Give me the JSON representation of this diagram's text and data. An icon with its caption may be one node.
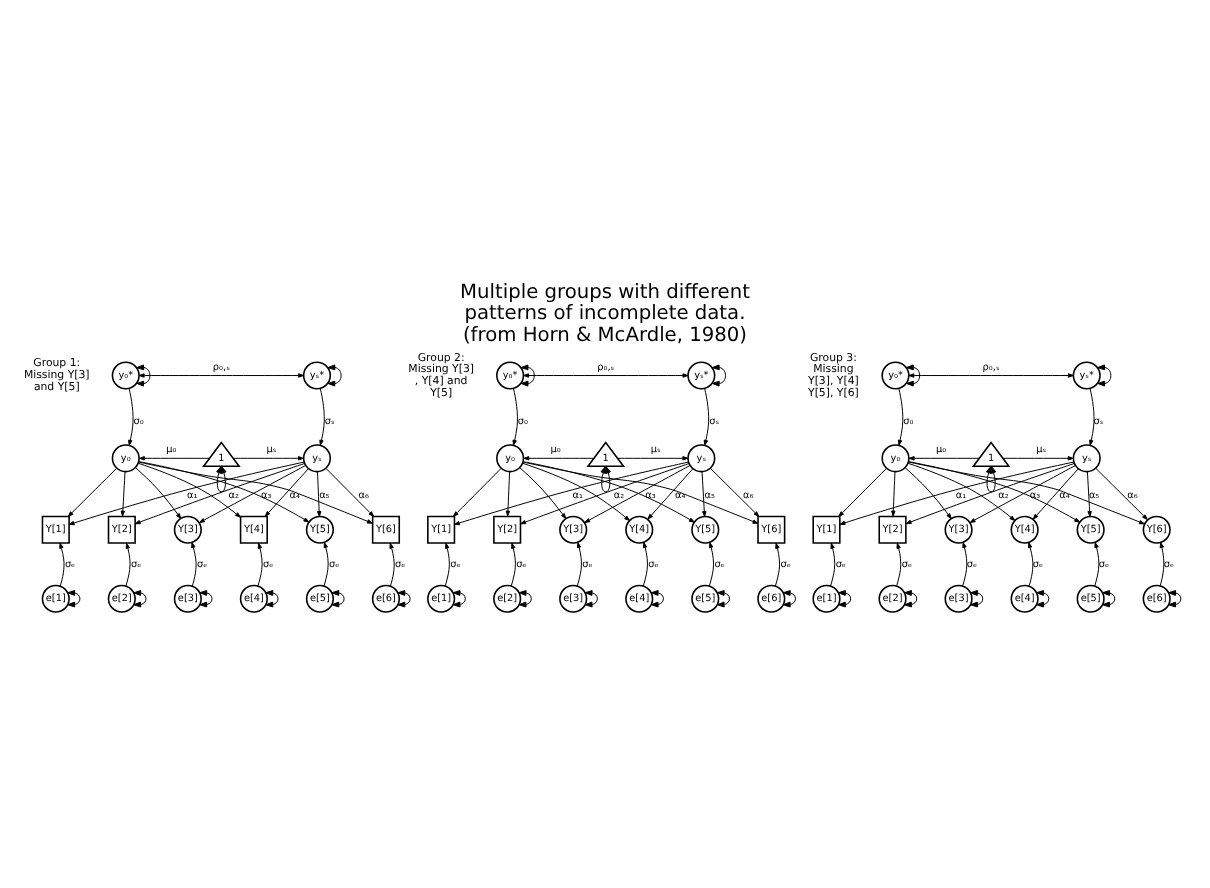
{
  "diagram": {
    "title": "Multiple groups with different patterns of incomplete data. (from Horn & McArdle, 1980)",
    "nodes": [
      {
        "text": [
          "y₀*"
        ]
      },
      {
        "text": [
          "yₛ*"
        ]
      },
      {
        "text": [
          "y₀"
        ]
      },
      {
        "text": [
          "1"
        ]
      },
      {
        "text": [
          "yₛ"
        ]
      },
      {
        "text": [
          "Y[1]"
        ]
      },
      {
        "text": [
          "Y[2]"
        ]
      },
      {
        "text": [
          "Y[3]"
        ]
      },
      {
        "text": [
          "Y[4]"
        ]
      },
      {
        "text": [
          "Y[5]"
        ]
      },
      {
        "text": [
          "Y[6]"
        ]
      },
      {
        "text": [
          "e[1]"
        ]
      },
      {
        "text": [
          "e[2]"
        ]
      },
      {
        "text": [
          "e[3]"
        ]
      },
      {
        "text": [
          "e[4]"
        ]
      },
      {
        "text": [
          "e[5]"
        ]
      },
      {
        "text": [
          "e[6]"
        ]
      },
      {
        "text": [
          "y₀*"
        ]
      },
      {
        "text": [
          "yₛ*"
        ]
      },
      {
        "text": [
          "y₀"
        ]
      },
      {
        "text": [
          "1"
        ]
      },
      {
        "text": [
          "yₛ"
        ]
      },
      {
        "text": [
          "Y[1]"
        ]
      },
      {
        "text": [
          "Y[2]"
        ]
      },
      {
        "text": [
          "Y[3]"
        ]
      },
      {
        "text": [
          "Y[4]"
        ]
      },
      {
        "text": [
          "Y[5]"
        ]
      },
      {
        "text": [
          "Y[6]"
        ]
      },
      {
        "text": [
          "e[1]"
        ]
      },
      {
        "text": [
          "e[2]"
        ]
      },
      {
        "text": [
          "e[3]"
        ]
      },
      {
        "text": [
          "e[4]"
        ]
      },
      {
        "text": [
          "e[5]"
        ]
      },
      {
        "text": [
          "e[6]"
        ]
      },
      {
        "text": [
          "y₀*"
        ]
      },
      {
        "text": [
          "yₛ*"
        ]
      },
      {
        "text": [
          "y₀"
        ]
      },
      {
        "text": [
          "1"
        ]
      },
      {
        "text": [
          "yₛ"
        ]
      },
      {
        "text": [
          "Y[1]"
        ]
      },
      {
        "text": [
          "Y[2]"
        ]
      },
      {
        "text": [
          "Y[3]"
        ]
      },
      {
        "text": [
          "Y[4]"
        ]
      },
      {
        "text": [
          "Y[5]"
        ]
      },
      {
        "text": [
          "Y[6]"
        ]
      },
      {
        "text": [
          "e[1]"
        ]
      },
      {
        "text": [
          "e[2]"
        ]
      },
      {
        "text": [
          "e[3]"
        ]
      },
      {
        "text": [
          "e[4]"
        ]
      },
      {
        "text": [
          "e[5]"
        ]
      },
      {
        "text": [
          "e[6]"
        ]
      }
    ],
    "edges": [
      {
        "from": 0,
        "to": 0,
        "arrow": "both"
      },
      {
        "from": 1,
        "to": 1,
        "arrow": "both"
      },
      {
        "from": 0,
        "to": 1,
        "arrow": "both",
        "label": "ρ₀,ₛ"
      },
      {
        "from": 0,
        "to": 2,
        "arrow": "to",
        "label": "σ₀"
      },
      {
        "from": 1,
        "to": 4,
        "arrow": "to",
        "label": "σₛ"
      },
      {
        "from": 3,
        "to": 2,
        "arrow": "to",
        "label": "μ₀"
      },
      {
        "from": 3,
        "to": 4,
        "arrow": "to",
        "label": "μₛ"
      },
      {
        "from": 3,
        "to": 3,
        "arrow": "both"
      },
      {
        "from": 2,
        "to": 5,
        "arrow": "to"
      },
      {
        "from": 2,
        "to": 6,
        "arrow": "to"
      },
      {
        "from": 2,
        "to": 7,
        "arrow": "to"
      },
      {
        "from": 2,
        "to": 8,
        "arrow": "to"
      },
      {
        "from": 2,
        "to": 9,
        "arrow": "to"
      },
      {
        "from": 2,
        "to": 10,
        "arrow": "to"
      },
      {
        "from": 4,
        "to": 5,
        "arrow": "to",
        "label": "α₁"
      },
      {
        "from": 4,
        "to": 6,
        "arrow": "to",
        "label": "α₂"
      },
      {
        "from": 4,
        "to": 7,
        "arrow": "to",
        "label": "α₃"
      },
      {
        "from": 4,
        "to": 8,
        "arrow": "to",
        "label": "α₄"
      },
      {
        "from": 4,
        "to": 9,
        "arrow": "to",
        "label": "α₅"
      },
      {
        "from": 4,
        "to": 10,
        "arrow": "to",
        "label": "α₆"
      },
      {
        "from": 11,
        "to": 5,
        "arrow": "to",
        "label": "σₑ"
      },
      {
        "from": 12,
        "to": 6,
        "arrow": "to",
        "label": "σₑ"
      },
      {
        "from": 13,
        "to": 7,
        "arrow": "to",
        "label": "σₑ"
      },
      {
        "from": 14,
        "to": 8,
        "arrow": "to",
        "label": "σₑ"
      },
      {
        "from": 15,
        "to": 9,
        "arrow": "to",
        "label": "σₑ"
      },
      {
        "from": 16,
        "to": 10,
        "arrow": "to",
        "label": "σₑ"
      },
      {
        "from": 11,
        "to": 11,
        "arrow": "both"
      },
      {
        "from": 12,
        "to": 12,
        "arrow": "both"
      },
      {
        "from": 13,
        "to": 13,
        "arrow": "both"
      },
      {
        "from": 14,
        "to": 14,
        "arrow": "both"
      },
      {
        "from": 15,
        "to": 15,
        "arrow": "both"
      },
      {
        "from": 16,
        "to": 16,
        "arrow": "both"
      },
      {
        "from": 17,
        "to": 17,
        "arrow": "both"
      },
      {
        "from": 18,
        "to": 18,
        "arrow": "both"
      },
      {
        "from": 17,
        "to": 18,
        "arrow": "both",
        "label": "ρ₀,ₛ"
      },
      {
        "from": 17,
        "to": 19,
        "arrow": "to",
        "label": "σ₀"
      },
      {
        "from": 18,
        "to": 21,
        "arrow": "to",
        "label": "σₛ"
      },
      {
        "from": 20,
        "to": 19,
        "arrow": "to",
        "label": "μ₀"
      },
      {
        "from": 20,
        "to": 21,
        "arrow": "to",
        "label": "μₛ"
      },
      {
        "from": 20,
        "to": 20,
        "arrow": "both"
      },
      {
        "from": 19,
        "to": 22,
        "arrow": "to"
      },
      {
        "from": 19,
        "to": 23,
        "arrow": "to"
      },
      {
        "from": 19,
        "to": 24,
        "arrow": "to"
      },
      {
        "from": 19,
        "to": 25,
        "arrow": "to"
      },
      {
        "from": 19,
        "to": 26,
        "arrow": "to"
      },
      {
        "from": 19,
        "to": 27,
        "arrow": "to"
      },
      {
        "from": 21,
        "to": 22,
        "arrow": "to",
        "label": "α₁"
      },
      {
        "from": 21,
        "to": 23,
        "arrow": "to",
        "label": "α₂"
      },
      {
        "from": 21,
        "to": 24,
        "arrow": "to",
        "label": "α₃"
      },
      {
        "from": 21,
        "to": 25,
        "arrow": "to",
        "label": "α₄"
      },
      {
        "from": 21,
        "to": 26,
        "arrow": "to",
        "label": "α₅"
      },
      {
        "from": 21,
        "to": 27,
        "arrow": "to",
        "label": "α₆"
      },
      {
        "from": 28,
        "to": 22,
        "arrow": "to",
        "label": "σₑ"
      },
      {
        "from": 29,
        "to": 23,
        "arrow": "to",
        "label": "σₑ"
      },
      {
        "from": 30,
        "to": 24,
        "arrow": "to",
        "label": "σₑ"
      },
      {
        "from": 31,
        "to": 25,
        "arrow": "to",
        "label": "σₑ"
      },
      {
        "from": 32,
        "to": 26,
        "arrow": "to",
        "label": "σₑ"
      },
      {
        "from": 33,
        "to": 27,
        "arrow": "to",
        "label": "σₑ"
      },
      {
        "from": 28,
        "to": 28,
        "arrow": "both"
      },
      {
        "from": 29,
        "to": 29,
        "arrow": "both"
      },
      {
        "from": 30,
        "to": 30,
        "arrow": "both"
      },
      {
        "from": 31,
        "to": 31,
        "arrow": "both"
      },
      {
        "from": 32,
        "to": 32,
        "arrow": "both"
      },
      {
        "from": 33,
        "to": 33,
        "arrow": "both"
      },
      {
        "from": 34,
        "to": 34,
        "arrow": "both"
      },
      {
        "from": 35,
        "to": 35,
        "arrow": "both"
      },
      {
        "from": 34,
        "to": 35,
        "arrow": "both",
        "label": "ρ₀,ₛ"
      },
      {
        "from": 34,
        "to": 36,
        "arrow": "to",
        "label": "σ₀"
      },
      {
        "from": 35,
        "to": 38,
        "arrow": "to",
        "label": "σₛ"
      },
      {
        "from": 37,
        "to": 36,
        "arrow": "to",
        "label": "μ₀"
      },
      {
        "from": 37,
        "to": 38,
        "arrow": "to",
        "label": "μₛ"
      },
      {
        "from": 37,
        "to": 37,
        "arrow": "both"
      },
      {
        "from": 36,
        "to": 39,
        "arrow": "to"
      },
      {
        "from": 36,
        "to": 40,
        "arrow": "to"
      },
      {
        "from": 36,
        "to": 41,
        "arrow": "to"
      },
      {
        "from": 36,
        "to": 42,
        "arrow": "to"
      },
      {
        "from": 36,
        "to": 43,
        "arrow": "to"
      },
      {
        "from": 36,
        "to": 44,
        "arrow": "to"
      },
      {
        "from": 38,
        "to": 39,
        "arrow": "to",
        "label": "α₁"
      },
      {
        "from": 38,
        "to": 40,
        "arrow": "to",
        "label": "α₂"
      },
      {
        "from": 38,
        "to": 41,
        "arrow": "to",
        "label": "α₃"
      },
      {
        "from": 38,
        "to": 42,
        "arrow": "to",
        "label": "α₄"
      },
      {
        "from": 38,
        "to": 43,
        "arrow": "to",
        "label": "α₅"
      },
      {
        "from": 38,
        "to": 44,
        "arrow": "to",
        "label": "α₆"
      },
      {
        "from": 45,
        "to": 39,
        "arrow": "to",
        "label": "σₑ"
      },
      {
        "from": 46,
        "to": 40,
        "arrow": "to",
        "label": "σₑ"
      },
      {
        "from": 47,
        "to": 41,
        "arrow": "to",
        "label": "σₑ"
      },
      {
        "from": 48,
        "to": 42,
        "arrow": "to",
        "label": "σₑ"
      },
      {
        "from": 49,
        "to": 43,
        "arrow": "to",
        "label": "σₑ"
      },
      {
        "from": 50,
        "to": 44,
        "arrow": "to",
        "label": "σₑ"
      },
      {
        "from": 45,
        "to": 45,
        "arrow": "both"
      },
      {
        "from": 46,
        "to": 46,
        "arrow": "both"
      },
      {
        "from": 47,
        "to": 47,
        "arrow": "both"
      },
      {
        "from": 48,
        "to": 48,
        "arrow": "both"
      },
      {
        "from": 49,
        "to": 49,
        "arrow": "both"
      },
      {
        "from": 50,
        "to": 50,
        "arrow": "both"
      }
    ],
    "labels": [
      "Group 1: Missing Y[3] and Y[5]",
      "Group 2: Missing Y[3] , Y[4] and Y[5]",
      "Group 3: Missing Y[3], Y[4] Y[5], Y[6]"
    ]
  }
}
